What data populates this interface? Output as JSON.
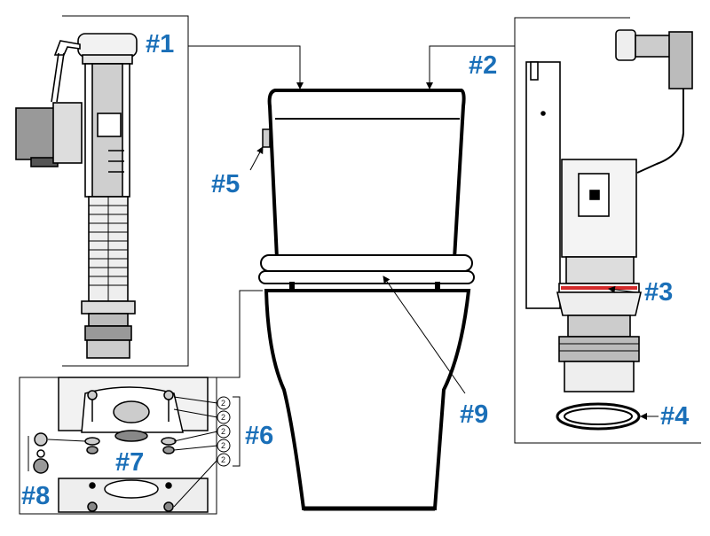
{
  "callouts": {
    "c1": "#1",
    "c2": "#2",
    "c3": "#3",
    "c4": "#4",
    "c5": "#5",
    "c6": "#6",
    "c7": "#7",
    "c8": "#8",
    "c9": "#9"
  },
  "hardware_quantities": [
    "2",
    "2",
    "2",
    "2",
    "2"
  ],
  "colors": {
    "callout": "#1a6fb8",
    "line": "#000000",
    "seal": "#d42a2a"
  }
}
